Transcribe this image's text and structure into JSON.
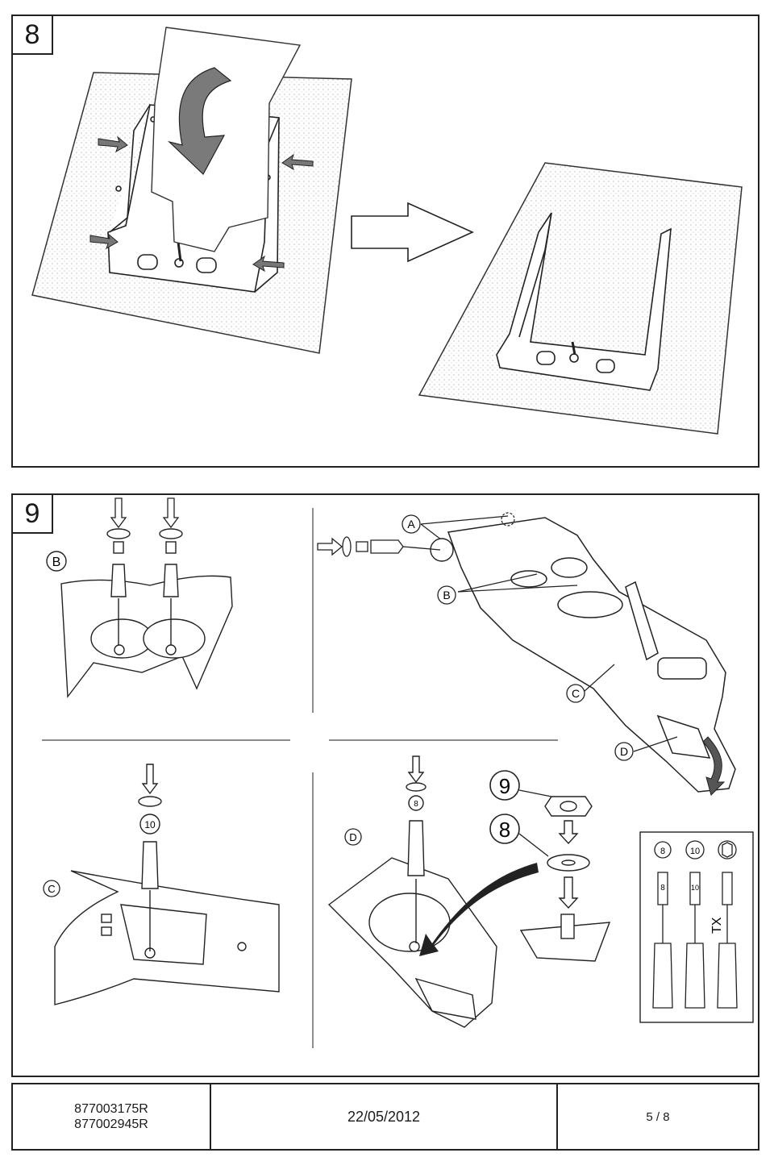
{
  "steps": {
    "step8": {
      "number": "8"
    },
    "step9": {
      "number": "9"
    }
  },
  "callouts": {
    "b_left": "B",
    "a_top": "A",
    "b_right": "B",
    "c_right": "C",
    "d_right": "D",
    "c_left": "C",
    "d_left": "D"
  },
  "parts": {
    "part9": "9",
    "part8": "8",
    "nut_small_10": "10",
    "nut_small_8": "8"
  },
  "tools": {
    "t8_head": "8",
    "t10_head": "10",
    "t8_shaft": "8",
    "t10_shaft": "10",
    "tx_label": "TX"
  },
  "footer": {
    "ref1": "877003175R",
    "ref2": "877002945R",
    "date": "22/05/2012",
    "page": "5 / 8"
  }
}
